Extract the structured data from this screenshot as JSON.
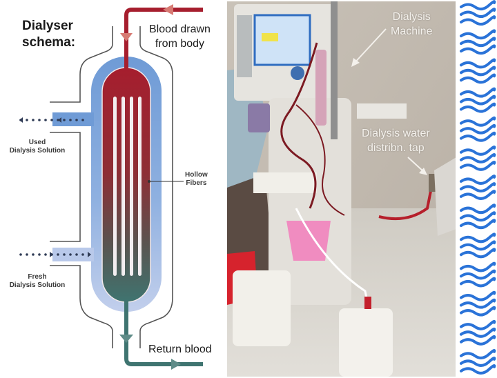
{
  "diagram": {
    "title_line1": "Dialyser",
    "title_line2": "schema:",
    "blood_in_line1": "Blood drawn",
    "blood_in_line2": "from body",
    "used_line1": "Used",
    "used_line2": "Dialysis Solution",
    "fresh_line1": "Fresh",
    "fresh_line2": "Dialysis Solution",
    "fibers_line1": "Hollow",
    "fibers_line2": "Fibers",
    "return_label": "Return blood",
    "fiber_count": 4
  },
  "photo": {
    "machine_line1": "Dialysis",
    "machine_line2": "Machine",
    "tap_line1": "Dialysis water",
    "tap_line2": "distribn. tap"
  },
  "colors": {
    "arterial_blood": "#a61e2e",
    "venous_blood": "#3f7470",
    "dialysate_used": "#6f9bd6",
    "dialysate_fresh": "#b9c9ea",
    "housing_line": "#555555",
    "wave_blue": "#2a73d8",
    "arrow_pink": "#d77a73"
  },
  "water_strip": {
    "groups": 13,
    "waves_per_group": 3
  }
}
